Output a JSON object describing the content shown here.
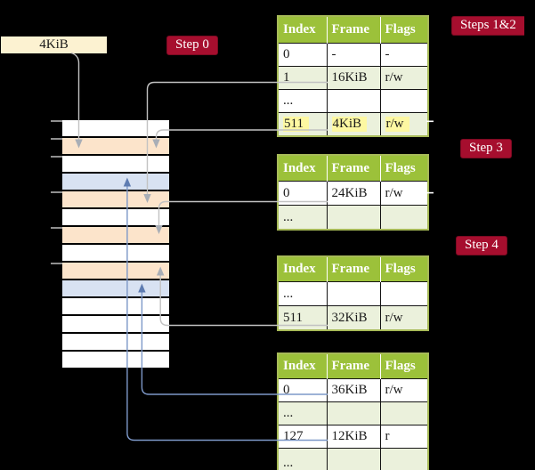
{
  "size_box": {
    "label": "4KiB"
  },
  "labels": {
    "step0": "Step 0",
    "steps12": "Steps 1&2",
    "step3": "Step 3",
    "step4": "Step 4"
  },
  "tables": [
    {
      "name": "page-table-steps-1-2",
      "headers": [
        "Index",
        "Frame",
        "Flags"
      ],
      "rows": [
        {
          "cells": [
            "0",
            "-",
            "-"
          ],
          "shade": false,
          "highlight": false
        },
        {
          "cells": [
            "1",
            "16KiB",
            "r/w"
          ],
          "shade": true,
          "highlight": false
        },
        {
          "cells": [
            "...",
            "",
            ""
          ],
          "shade": false,
          "highlight": false
        },
        {
          "cells": [
            "511",
            "4KiB",
            "r/w"
          ],
          "shade": true,
          "highlight": true
        }
      ]
    },
    {
      "name": "page-table-step-3",
      "headers": [
        "Index",
        "Frame",
        "Flags"
      ],
      "rows": [
        {
          "cells": [
            "0",
            "24KiB",
            "r/w"
          ],
          "shade": false,
          "highlight": false
        },
        {
          "cells": [
            "...",
            "",
            ""
          ],
          "shade": true,
          "highlight": false
        }
      ]
    },
    {
      "name": "page-table-step-4",
      "headers": [
        "Index",
        "Frame",
        "Flags"
      ],
      "rows": [
        {
          "cells": [
            "...",
            "",
            ""
          ],
          "shade": false,
          "highlight": false
        },
        {
          "cells": [
            "511",
            "32KiB",
            "r/w"
          ],
          "shade": true,
          "highlight": false
        }
      ]
    },
    {
      "name": "page-table-final",
      "headers": [
        "Index",
        "Frame",
        "Flags"
      ],
      "rows": [
        {
          "cells": [
            "0",
            "36KiB",
            "r/w"
          ],
          "shade": false,
          "highlight": false
        },
        {
          "cells": [
            "...",
            "",
            ""
          ],
          "shade": true,
          "highlight": false
        },
        {
          "cells": [
            "127",
            "12KiB",
            "r"
          ],
          "shade": false,
          "highlight": false
        },
        {
          "cells": [
            "...",
            "",
            ""
          ],
          "shade": true,
          "highlight": false
        }
      ]
    }
  ],
  "memory": {
    "rows": [
      "white",
      "orange",
      "white",
      "blue",
      "orange",
      "white",
      "orange",
      "white",
      "orange",
      "blue",
      "white",
      "white",
      "white",
      "white"
    ]
  },
  "colors": {
    "background": "#000000",
    "header_green": "#9cc13a",
    "row_pale_green": "#ebf1dc",
    "table_border": "#a7ba58",
    "highlight_yellow": "#fdf8a2",
    "label_crimson": "#a60e2e",
    "size_box_cream": "#fcf2d1",
    "frame_orange": "#fce4cb",
    "frame_blue": "#d8e2f2",
    "arrow_gray": "#c2c2c2",
    "arrow_blue": "#7d98c8"
  }
}
